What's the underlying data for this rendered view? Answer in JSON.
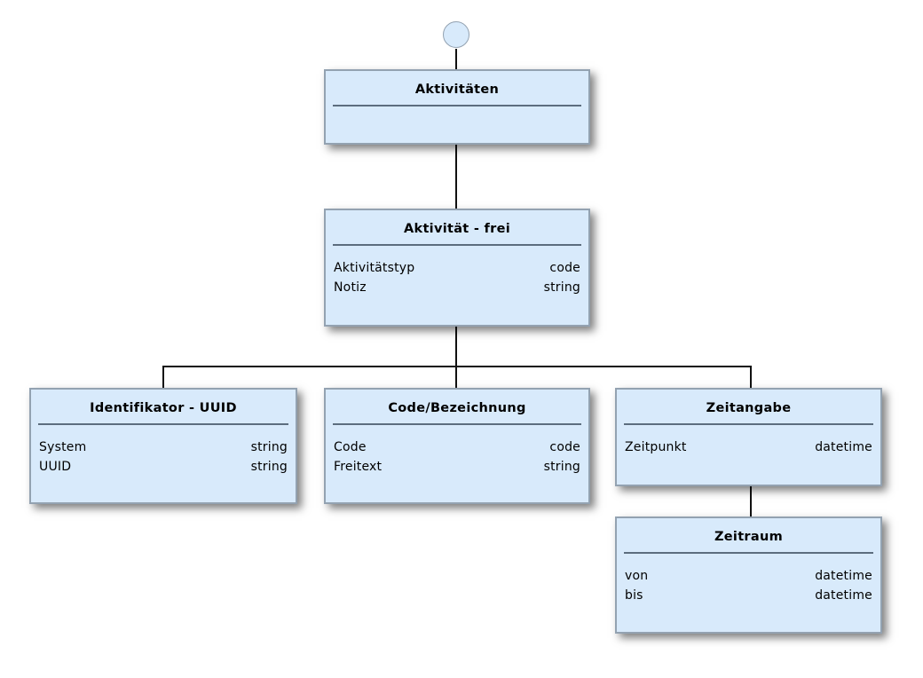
{
  "colors": {
    "page_bg": "#ffffff",
    "box_fill": "#d8eafb",
    "box_border": "#93a2b1",
    "separator": "#5c6d7e",
    "connector": "#111111",
    "text": "#000000"
  },
  "nodes": {
    "aktivitaeten": {
      "title": "Aktivitäten",
      "attrs": []
    },
    "aktivitaet_frei": {
      "title": "Aktivität - frei",
      "attrs": [
        {
          "name": "Aktivitätstyp",
          "type": "code"
        },
        {
          "name": "Notiz",
          "type": "string"
        }
      ]
    },
    "identifikator_uuid": {
      "title": "Identifikator - UUID",
      "attrs": [
        {
          "name": "System",
          "type": "string"
        },
        {
          "name": "UUID",
          "type": "string"
        }
      ]
    },
    "code_bezeichnung": {
      "title": "Code/Bezeichnung",
      "attrs": [
        {
          "name": "Code",
          "type": "code"
        },
        {
          "name": "Freitext",
          "type": "string"
        }
      ]
    },
    "zeitangabe": {
      "title": "Zeitangabe",
      "attrs": [
        {
          "name": "Zeitpunkt",
          "type": "datetime"
        }
      ]
    },
    "zeitraum": {
      "title": "Zeitraum",
      "attrs": [
        {
          "name": "von",
          "type": "datetime"
        },
        {
          "name": "bis",
          "type": "datetime"
        }
      ]
    }
  }
}
